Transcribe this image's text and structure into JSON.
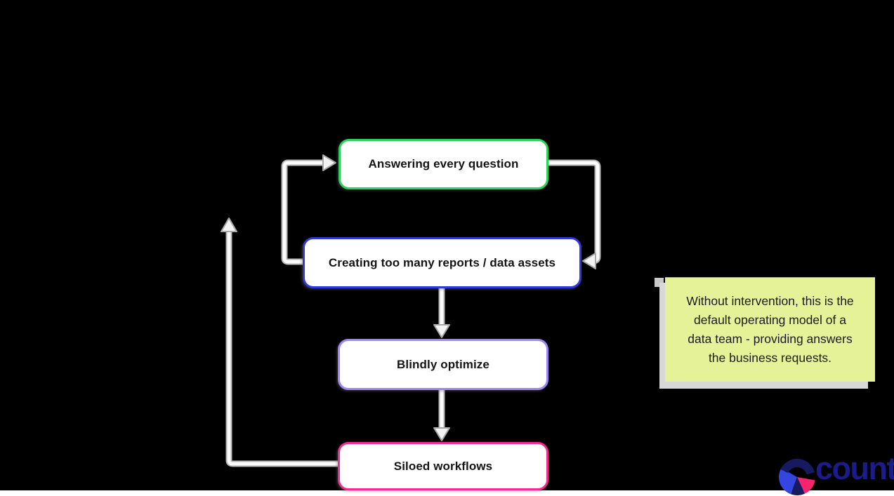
{
  "canvas": {
    "background": "#000000"
  },
  "diagram": {
    "nodes": [
      {
        "id": "answering-every-question",
        "label": "Answering every question",
        "border_color": "#2bd35e"
      },
      {
        "id": "creating-too-many-reports",
        "label": "Creating too many reports / data assets",
        "border_color": "#3037db"
      },
      {
        "id": "blindly-optimize",
        "label": "Blindly optimize",
        "border_color": "#a184f4"
      },
      {
        "id": "siloed-workflows",
        "label": "Siloed workflows",
        "border_color": "#f32b8e"
      }
    ],
    "edges": [
      {
        "from": "answering-every-question",
        "to": "creating-too-many-reports",
        "side": "right-loop"
      },
      {
        "from": "creating-too-many-reports",
        "to": "answering-every-question",
        "side": "left-loop"
      },
      {
        "from": "creating-too-many-reports",
        "to": "blindly-optimize",
        "side": "down"
      },
      {
        "from": "blindly-optimize",
        "to": "siloed-workflows",
        "side": "down"
      },
      {
        "from": "siloed-workflows",
        "to": "",
        "side": "loop-back-up"
      }
    ],
    "sticky_note": {
      "lines": [
        "Without intervention, this is the",
        "default operating model of a",
        "data team - providing answers",
        "the business requests."
      ],
      "bg_color": "#e6f297",
      "shadow_color": "#d8d8d8",
      "text_color": "#1c1c1c"
    }
  },
  "branding": {
    "logo_text": "count",
    "logo_text_color": "#1b1b8c",
    "mark_colors": {
      "navy": "#161a5e",
      "blue": "#3347e0",
      "pink": "#f8256e"
    }
  }
}
